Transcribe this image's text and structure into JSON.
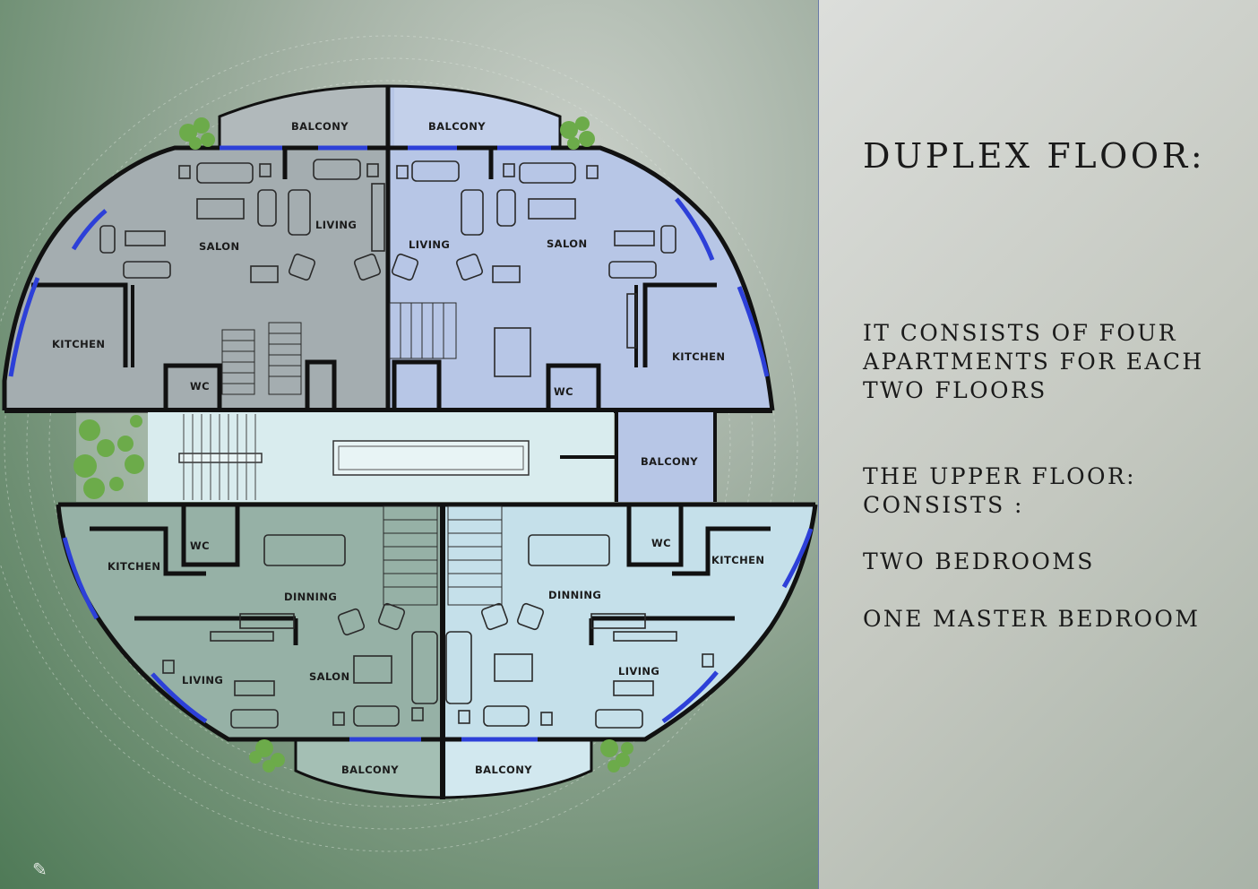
{
  "text_panel": {
    "title": "DUPLEX FLOOR:",
    "description": "IT CONSISTS OF FOUR APARTMENTS FOR EACH TWO FLOORS",
    "upper_floor_heading": "THE UPPER FLOOR: CONSISTS :",
    "items": [
      "TWO BEDROOMS",
      "ONE MASTER BEDROOM"
    ]
  },
  "plan": {
    "labels": {
      "balcony": "BALCONY",
      "living": "LIVING",
      "salon": "SALON",
      "kitchen": "KITCHEN",
      "wc": "WC",
      "dinning": "DINNING"
    }
  },
  "colors": {
    "unit_top_left": "#a4adb0",
    "unit_top_right": "#b7c6e6",
    "unit_bottom_left": "#96b1a6",
    "unit_bottom_right": "#c5e0ea",
    "core": "#d9ecee",
    "window": "#2d40d8",
    "wall": "#111111"
  }
}
